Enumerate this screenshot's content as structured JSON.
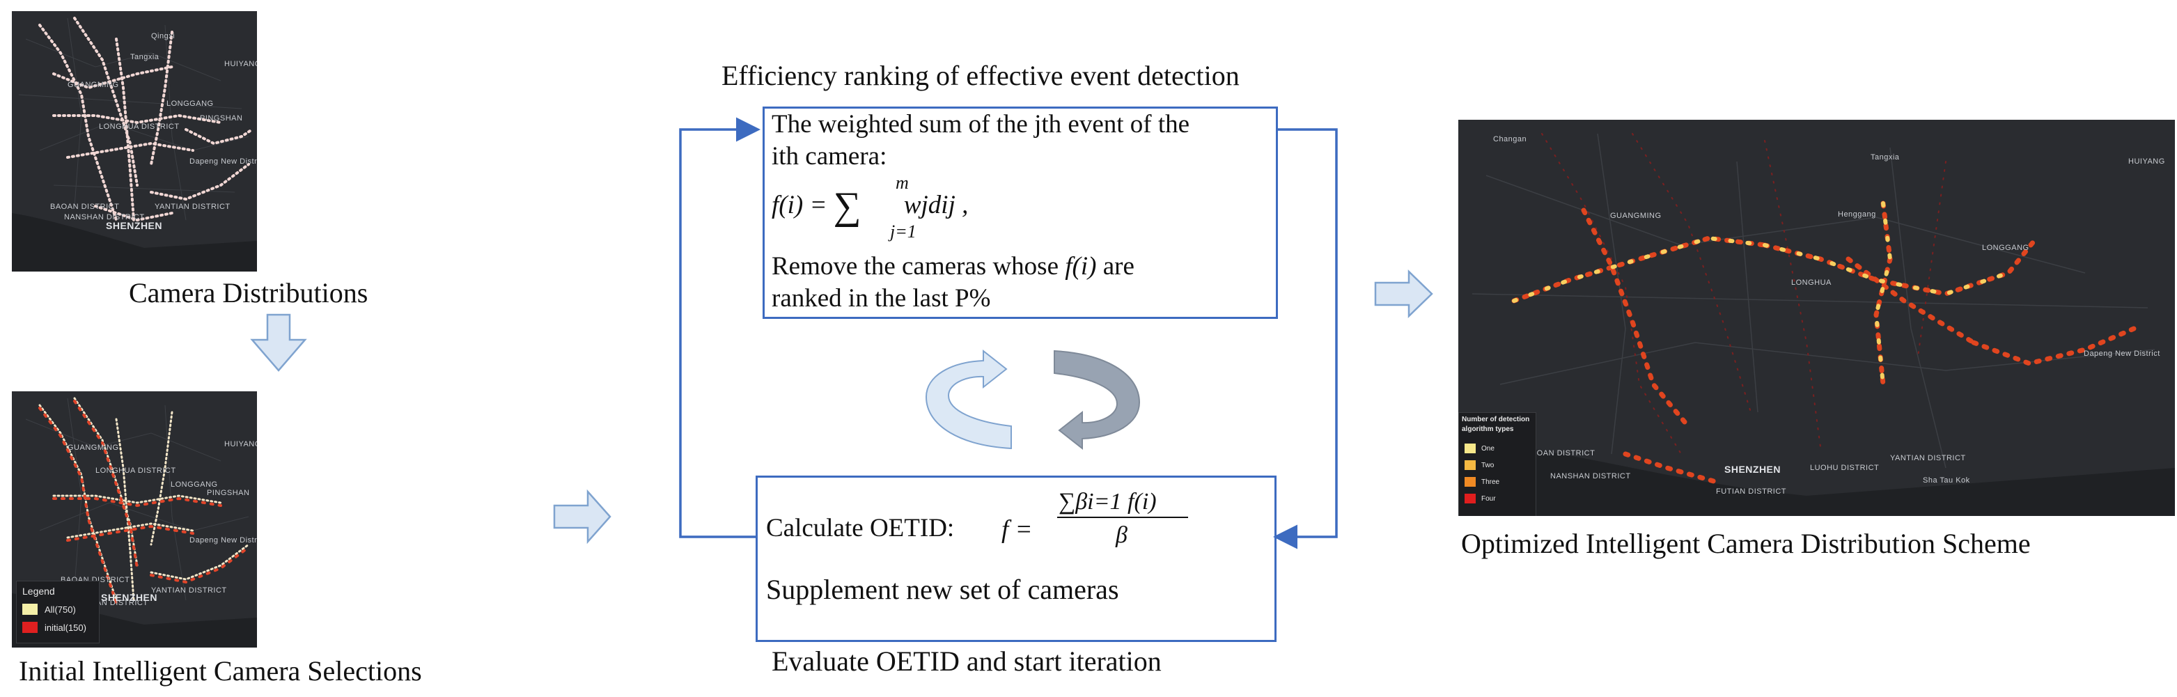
{
  "captions": {
    "camera_distributions": "Camera Distributions",
    "initial_selections": "Initial Intelligent Camera Selections",
    "optimized_scheme": "Optimized Intelligent Camera Distribution Scheme",
    "efficiency_title": "Efficiency ranking of effective event detection",
    "evaluate_caption": "Evaluate OETID and start iteration"
  },
  "top_box": {
    "line1": "The weighted sum of the jth event of the",
    "line2": "ith camera:",
    "formula_lhs": "f(i) = ",
    "formula_sum": "∑",
    "formula_sup": "m",
    "formula_sub": "j=1",
    "formula_body": "wjdij ,",
    "line3_a": "Remove the cameras whose ",
    "line3_f": "f(i)",
    "line3_b": "  are",
    "line4": "ranked in the last P%"
  },
  "bottom_box": {
    "calc_label": "Calculate OETID:",
    "formula_lhs": "f = ",
    "numerator": "∑βi=1 f(i)",
    "denominator": "β",
    "supplement": "Supplement new set of cameras"
  },
  "map1": {
    "labels": [
      "GUANGMING",
      "LONGHUA DISTRICT",
      "LONGGANG",
      "PINGSHAN",
      "HUIYANG",
      "BAOAN DISTRICT",
      "NANSHAN DISTRICT",
      "SHENZHEN",
      "YANTIAN DISTRICT",
      "Qingxi",
      "Tangxia",
      "Dapeng New District"
    ]
  },
  "map2": {
    "labels": [
      "GUANGMING",
      "LONGHUA DISTRICT",
      "LONGGANG",
      "PINGSHAN",
      "HUIYANG",
      "BAOAN DISTRICT",
      "NANSHAN DISTRICT",
      "SHENZHEN",
      "YANTIAN DISTRICT",
      "Dapeng New District"
    ],
    "legend_title": "Legend",
    "legend_items": [
      {
        "label": "All(750)",
        "color": "#f5f0a8"
      },
      {
        "label": "initial(150)",
        "color": "#e02020"
      }
    ]
  },
  "map3": {
    "labels": [
      "GUANGMING",
      "LONGHUA",
      "LONGGANG",
      "HUIYANG",
      "BAOAN DISTRICT",
      "NANSHAN DISTRICT",
      "SHENZHEN",
      "LUOHU DISTRICT",
      "YANTIAN DISTRICT",
      "FUTIAN DISTRICT",
      "Changan",
      "Tangxia",
      "Dapeng New District",
      "Sha Tau Kok",
      "Henggang"
    ],
    "legend_title_1": "Number of detection",
    "legend_title_2": "algorithm types",
    "legend_items": [
      {
        "label": "One",
        "color": "#f7e88a"
      },
      {
        "label": "Two",
        "color": "#f5b942"
      },
      {
        "label": "Three",
        "color": "#f08a24"
      },
      {
        "label": "Four",
        "color": "#e01e1e"
      }
    ]
  },
  "colors": {
    "arrow_blue": "#3d6bc0",
    "block_arrow_fill": "#dae6f4",
    "block_arrow_stroke": "#7fa3cf",
    "cycle_light": "#dce8f5",
    "cycle_dark": "#98a3b2",
    "map_bg": "#2a2c30"
  }
}
